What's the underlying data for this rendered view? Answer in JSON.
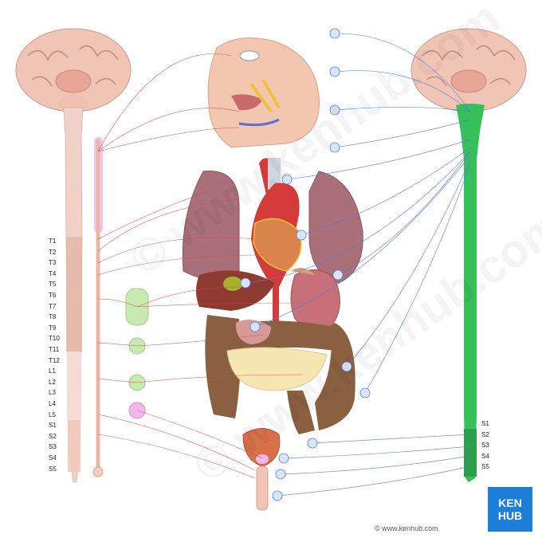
{
  "left_segments": [
    "T1",
    "T2",
    "T3",
    "T4",
    "T5",
    "T6",
    "T7",
    "T8",
    "T9",
    "T10",
    "T11",
    "T12",
    "L1",
    "L2",
    "L3",
    "L4",
    "L5",
    "S1",
    "S2",
    "S3",
    "S4",
    "S5"
  ],
  "right_segments": [
    "S1",
    "S2",
    "S3",
    "S4",
    "S5"
  ],
  "credit": "© www.kenhub.com",
  "logo": {
    "line1": "KEN",
    "line2": "HUB"
  },
  "watermark": "© www.kenhub.com",
  "colors": {
    "sympathetic": "#d04a4a",
    "parasympathetic": "#5a78d8",
    "parasympathetic_cord": "#35c05a",
    "cord_left": "#f2d2c8",
    "brain": "#f0c5b6",
    "ganglion_green": "#c8eab0",
    "ganglion_pink": "#f2b8ee",
    "logo": "#1d7fd8"
  },
  "icons": [
    "brain-left-icon",
    "brain-right-icon",
    "spinal-cord-left-icon",
    "spinal-cord-right-icon",
    "sympathetic-chain-icon",
    "face-icon",
    "heart-icon",
    "lungs-icon",
    "liver-icon",
    "stomach-icon",
    "intestines-icon",
    "bladder-icon",
    "prevertebral-ganglion-icon"
  ]
}
